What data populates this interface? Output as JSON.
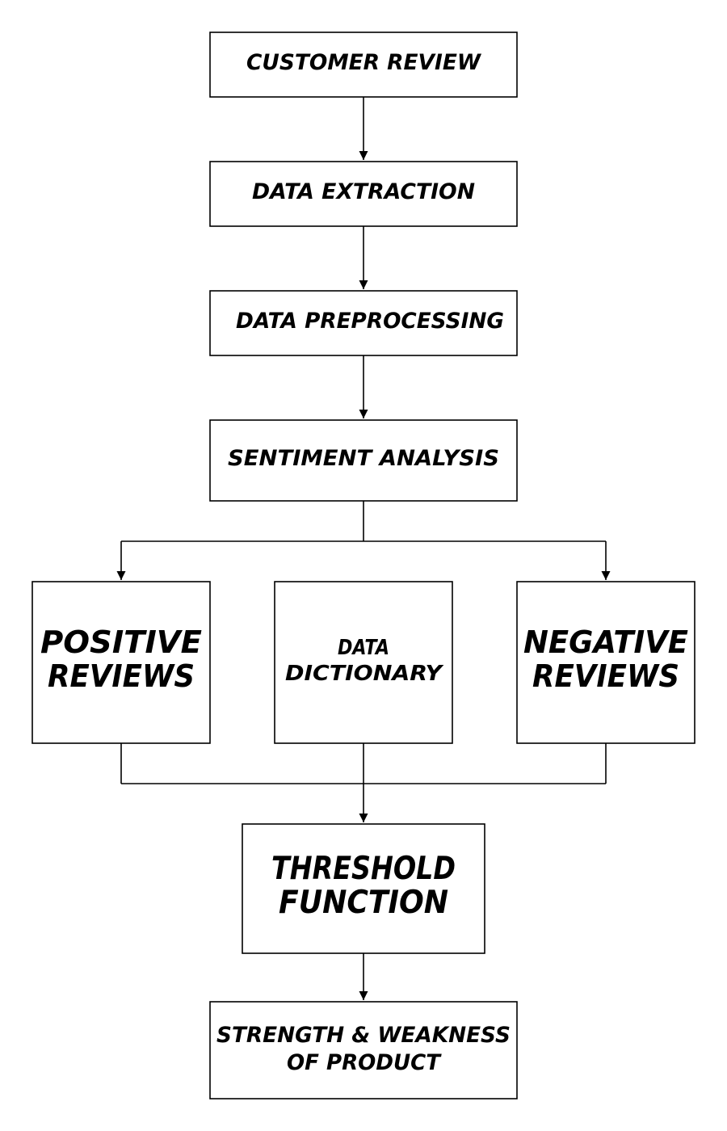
{
  "nodes": {
    "customer_review": "CUSTOMER REVIEW",
    "data_extraction": "DATA EXTRACTION",
    "data_preprocessing": "DATA PREPROCESSING",
    "sentiment_analysis": "SENTIMENT ANALYSIS",
    "positive_reviews": [
      "POSITIVE",
      "REVIEWS"
    ],
    "data_dictionary": [
      "DATA",
      "DICTIONARY"
    ],
    "negative_reviews": [
      "NEGATIVE",
      "REVIEWS"
    ],
    "threshold_function": [
      "THRESHOLD",
      "FUNCTION"
    ],
    "strength_weakness": [
      "STRENGTH & WEAKNESS",
      "OF PRODUCT"
    ]
  },
  "colors": {
    "stroke": "#000000",
    "fill": "#ffffff",
    "text": "#000000"
  }
}
